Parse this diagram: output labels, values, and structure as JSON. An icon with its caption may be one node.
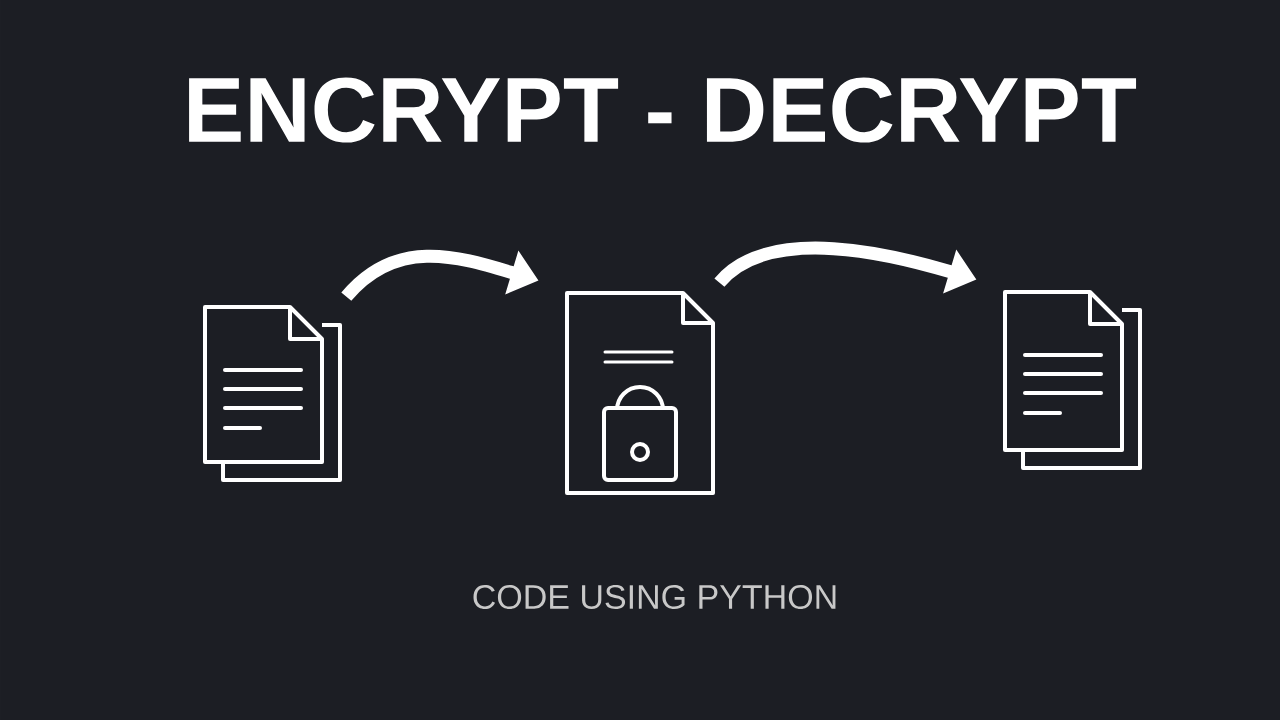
{
  "diagram": {
    "title": "ENCRYPT - DECRYPT",
    "caption": "CODE USING PYTHON",
    "nodes": [
      {
        "text": [],
        "shape": "picture"
      },
      {
        "text": [],
        "shape": "picture"
      },
      {
        "text": [],
        "shape": "picture"
      }
    ],
    "edges": [
      {
        "from": 0,
        "to": 1,
        "arrow": "to"
      },
      {
        "from": 1,
        "to": 2,
        "arrow": "to"
      }
    ]
  }
}
